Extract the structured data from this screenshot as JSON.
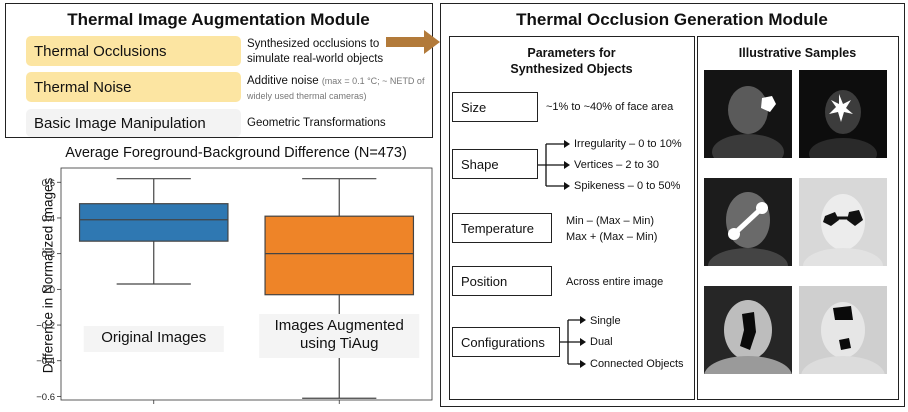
{
  "augmentation_module": {
    "title": "Thermal Image Augmentation Module",
    "rows": [
      {
        "label": "Thermal Occlusions",
        "desc_lines": [
          "Synthesized occlusions to",
          "simulate real-world objects"
        ],
        "color": "#fce5a2"
      },
      {
        "label": "Thermal Noise",
        "desc_main": "Additive noise",
        "desc_small_1": "(max = 0.1 °C; ~ NETD of",
        "desc_small_2": "widely used thermal cameras)",
        "color": "#fce5a2"
      },
      {
        "label": "Basic Image Manipulation",
        "desc_lines": [
          "Geometric Transformations"
        ],
        "color": "#f3f3f3"
      }
    ]
  },
  "generation_module": {
    "title": "Thermal Occlusion Generation Module",
    "params_header_1": "Parameters for",
    "params_header_2": "Synthesized Objects",
    "samples_header": "Illustrative Samples",
    "size": {
      "label": "Size",
      "value": "~1%  to ~40% of face area"
    },
    "shape": {
      "label": "Shape",
      "values": [
        "Irregularity – 0 to 10%",
        "Vertices – 2 to 30",
        "Spikeness – 0 to 50%"
      ]
    },
    "temperature": {
      "label": "Temperature",
      "values": [
        "Min – (Max – Min)",
        "Max + (Max – Min)"
      ]
    },
    "position": {
      "label": "Position",
      "value": "Across entire image"
    },
    "configurations": {
      "label": "Configurations",
      "values": [
        "Single",
        "Dual",
        "Connected Objects"
      ]
    }
  },
  "chart_data": {
    "type": "box",
    "title": "Average Foreground-Background Difference (N=473)",
    "ylabel": "Difference in Normalized Images",
    "ylim": [
      -0.62,
      0.68
    ],
    "yticks": [
      -0.6,
      -0.4,
      -0.2,
      0.0,
      0.2,
      0.4,
      0.6
    ],
    "ytick_labels": [
      "−0.6",
      "−0.4",
      "−0.2",
      "0.0",
      "0.2",
      "0.4",
      "0.6"
    ],
    "boxes": [
      {
        "label": "Original Images",
        "label_lines": [
          "Original Images"
        ],
        "whisker_low": 0.03,
        "q1": 0.27,
        "median": 0.39,
        "q3": 0.48,
        "whisker_high": 0.62,
        "color": "#2f78b2"
      },
      {
        "label": "Images Augmented using TiAug",
        "label_lines": [
          "Images Augmented",
          "using TiAug"
        ],
        "whisker_low": -0.61,
        "q1": -0.03,
        "median": 0.2,
        "q3": 0.41,
        "whisker_high": 0.62,
        "color": "#ee8428"
      }
    ]
  }
}
